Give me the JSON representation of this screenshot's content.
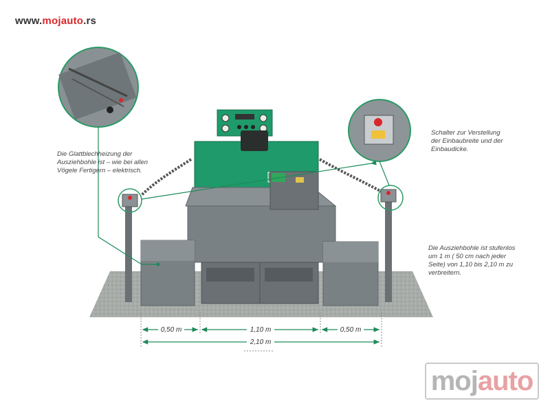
{
  "header": {
    "url_prefix": "www.",
    "url_brand": "mojauto",
    "url_suffix": ".rs"
  },
  "annotations": {
    "heating": [
      "Die Glattblechheizung der",
      "Ausziehbohle ist – wie bei allen",
      "Vögele Fertigern – elektrisch."
    ],
    "switch": [
      "Schalter zur Verstellung",
      "der Einbaubreite und der",
      "Einbaudicke."
    ],
    "extend": [
      "Die Ausziehbohle ist stufenlos",
      "um 1 m ( 50 cm nach jeder",
      "Seite) von 1,10 bis 2,10 m zu",
      "verbreitern."
    ]
  },
  "dimensions": {
    "left": "0,50 m",
    "center": "1,10 m",
    "right": "0,50 m",
    "total": "2,10 m"
  },
  "watermark": {
    "part1": "moj",
    "part2": "auto"
  },
  "colors": {
    "brand": "#d9262b",
    "dimension_line": "#1f8a5a",
    "machine_green": "#1f9a6a",
    "machine_grey": "#7a8184",
    "callout_ring": "#2a9a66"
  }
}
